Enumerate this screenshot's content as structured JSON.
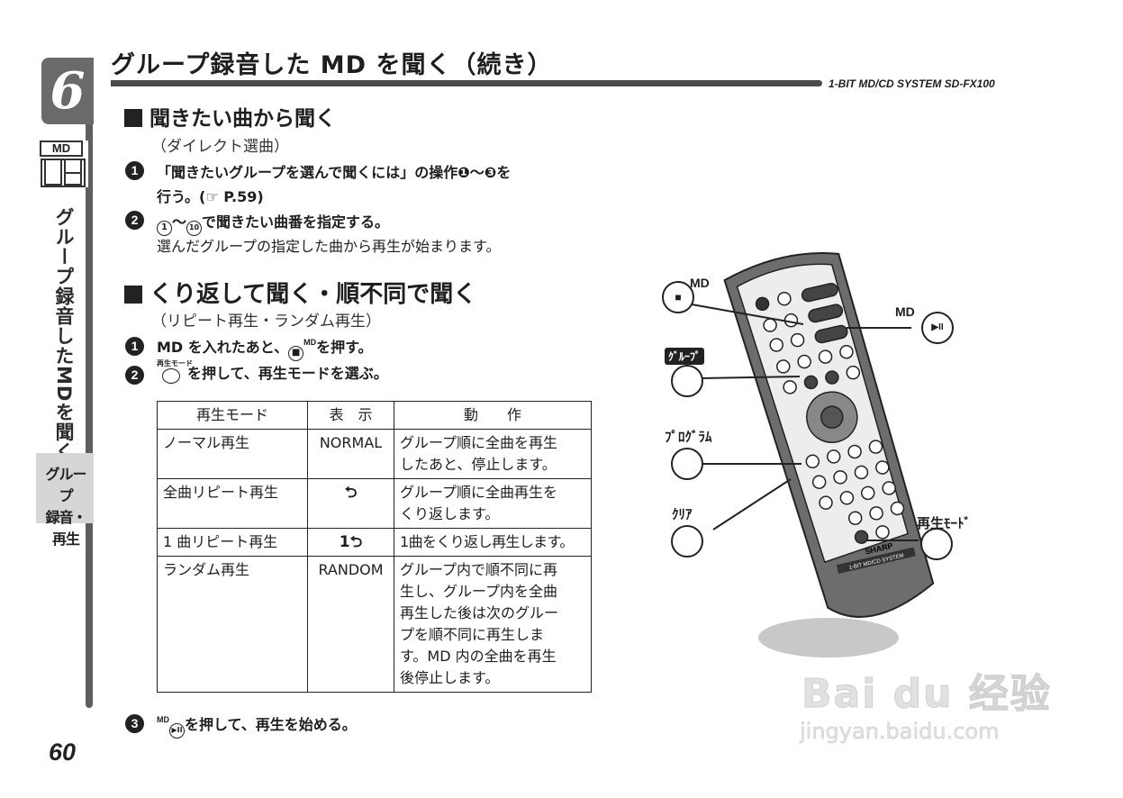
{
  "sidebar": {
    "chapter_number": "6",
    "media_label": "MD",
    "vertical_title": "グループ録音したMDを聞く",
    "tab_label": "グループ\n録音・再生"
  },
  "header": {
    "title": "グループ録音した MD を聞く（続き）",
    "model": "1-BIT MD/CD SYSTEM  SD-FX100"
  },
  "section1": {
    "heading": "聞きたい曲から聞く",
    "subtitle": "（ダイレクト選曲）",
    "steps": [
      {
        "num": "1",
        "line1": "「聞きたいグループを選んで聞くには」の操作❶〜❸を",
        "line2": "行う。(☞ P.59)"
      },
      {
        "num": "2",
        "line1_icon_a": "1",
        "line1_sep": "〜",
        "line1_icon_b": "10",
        "line1": "で聞きたい曲番を指定する。",
        "line2": "選んだグループの指定した曲から再生が始まります。"
      }
    ]
  },
  "section2": {
    "heading": "くり返して聞く・順不同で聞く",
    "subtitle": "（リピート再生・ランダム再生）",
    "steps": [
      {
        "num": "1",
        "pre": "MD を入れたあと、",
        "icon_label": "MD",
        "post": "を押す。"
      },
      {
        "num": "2",
        "icon_label": "再生モード",
        "post": "を押して、再生モードを選ぶ。"
      },
      {
        "num": "3",
        "icon_label": "MD",
        "post": "を押して、再生を始める。"
      }
    ]
  },
  "table": {
    "headers": [
      "再生モード",
      "表　示",
      "動　　作"
    ],
    "rows": [
      {
        "mode": "ノーマル再生",
        "display": "NORMAL",
        "action": "グループ順に全曲を再生\nしたあと、停止します。"
      },
      {
        "mode": "全曲リピート再生",
        "display": "⮌",
        "action": "グループ順に全曲再生を\nくり返します。"
      },
      {
        "mode": "1 曲リピート再生",
        "display": "1⮌",
        "action": "1曲をくり返し再生します。"
      },
      {
        "mode": "ランダム再生",
        "display": "RANDOM",
        "action": "グループ内で順不同に再\n生し、グループ内を全曲\n再生した後は次のグルー\nプを順不同に再生しま\nす。MD 内の全曲を再生\n後停止します。"
      }
    ]
  },
  "remote": {
    "labels": {
      "md_stop": "MD",
      "md_play": "MD",
      "group": "ｸﾞﾙｰﾌﾟ",
      "program": "ﾌﾟﾛｸﾞﾗﾑ",
      "clear": "ｸﾘｱ",
      "play_mode": "再生ﾓｰﾄﾞ"
    },
    "brand": "SHARP",
    "strip": "1-BIT MD/CD SYSTEM"
  },
  "page": {
    "number": "60"
  },
  "watermark": {
    "brand": "Bai du 经验",
    "url": "jingyan.baidu.com"
  }
}
